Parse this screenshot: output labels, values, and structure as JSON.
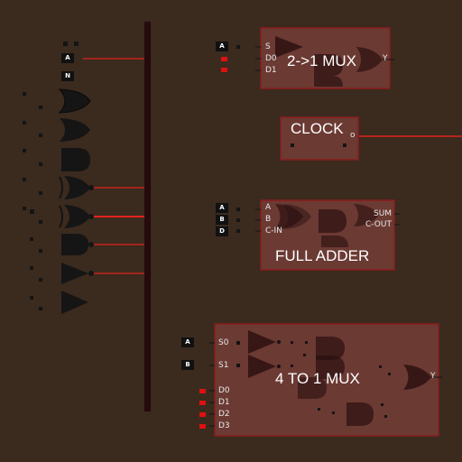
{
  "colors": {
    "background": "#3b2a1e",
    "bus": "#250b0b",
    "module_fill": "#6b3a33",
    "module_border": "#8b1d1d",
    "wire_on": "#e0231d",
    "gate": "#151515",
    "pin_off": "#e01010"
  },
  "palette": {
    "inputs": [
      "A",
      "N"
    ],
    "not_label": "N"
  },
  "mux2": {
    "title": "2->1 MUX",
    "input_button": "A",
    "pins": [
      "S",
      "D0",
      "D1"
    ],
    "output": "Y"
  },
  "clock": {
    "title": "CLOCK",
    "output": "o"
  },
  "full_adder": {
    "title": "FULL ADDER",
    "input_buttons": [
      "A",
      "B",
      "D"
    ],
    "pins": [
      "A",
      "B",
      "C-IN"
    ],
    "outputs": [
      "SUM",
      "C-OUT"
    ]
  },
  "mux4": {
    "title": "4 TO 1 MUX",
    "input_buttons": [
      "A",
      "B"
    ],
    "select_pins": [
      "S0",
      "S1"
    ],
    "data_pins": [
      "D0",
      "D1",
      "D2",
      "D3"
    ],
    "output": "Y"
  }
}
